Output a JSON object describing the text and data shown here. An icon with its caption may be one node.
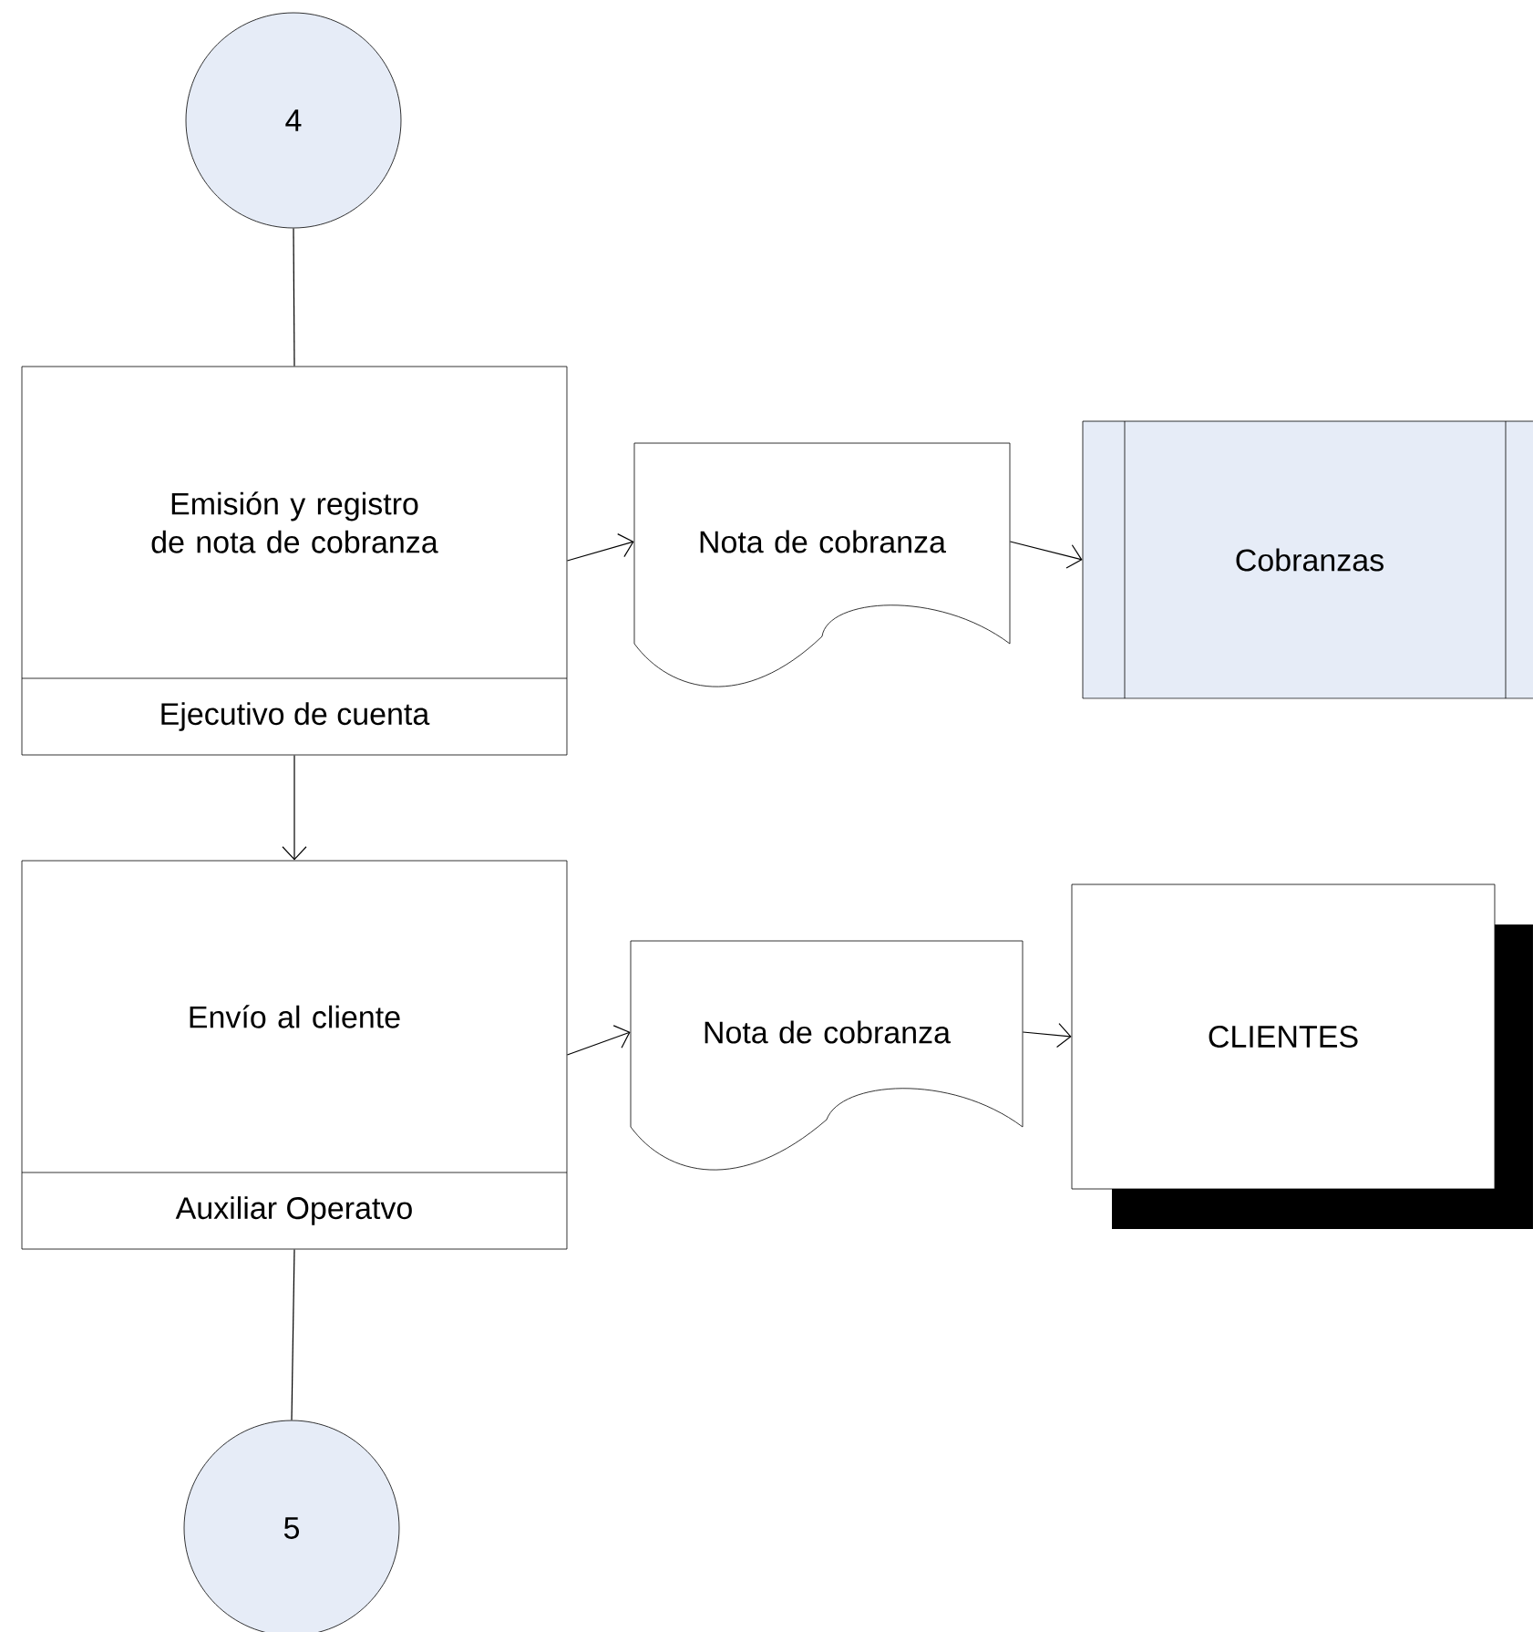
{
  "diagram": {
    "nodes": [
      {
        "text": [
          "4"
        ]
      },
      {
        "text": [
          "Emisión y registro de nota de cobranza",
          "Ejecutivo de cuenta"
        ]
      },
      {
        "text": [
          "Nota de cobranza"
        ]
      },
      {
        "text": [
          "Cobranzas"
        ]
      },
      {
        "text": [
          "Envío al cliente",
          "Auxiliar Operatvo"
        ]
      },
      {
        "text": [
          "Nota de cobranza"
        ]
      },
      {
        "text": [
          "CLIENTES"
        ]
      },
      {
        "text": [
          "5"
        ]
      }
    ],
    "edges": [
      {
        "from": 0,
        "to": 1,
        "arrow": "none"
      },
      {
        "from": 1,
        "to": 2,
        "arrow": "to"
      },
      {
        "from": 2,
        "to": 3,
        "arrow": "to"
      },
      {
        "from": 1,
        "to": 4,
        "arrow": "to"
      },
      {
        "from": 4,
        "to": 5,
        "arrow": "to"
      },
      {
        "from": 5,
        "to": 6,
        "arrow": "to"
      },
      {
        "from": 4,
        "to": 7,
        "arrow": "none"
      }
    ]
  }
}
